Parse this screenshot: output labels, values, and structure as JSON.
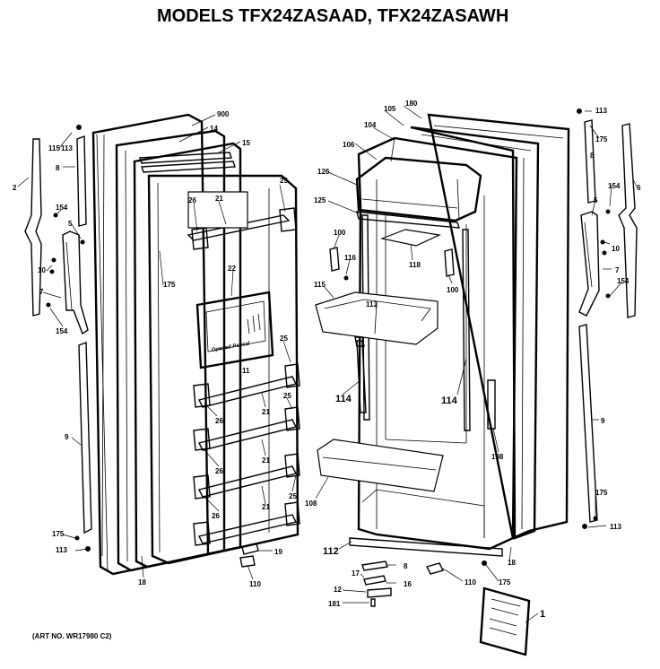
{
  "title": "MODELS TFX24ZASAAD, TFX24ZASAWH",
  "art_no": "(ART NO. WR17980 C2)",
  "labels": {
    "l900": "900",
    "l14": "14",
    "l15": "15",
    "l25a": "25",
    "l26a": "26",
    "l21a": "21",
    "l22": "22",
    "l175a": "175",
    "l25b": "25",
    "l11": "11",
    "l26b": "26",
    "l21b": "21",
    "l25c": "25",
    "l26c": "26",
    "l21c": "21",
    "l25d": "25",
    "l26d": "26",
    "l21d": "21",
    "l19": "19",
    "l18": "18",
    "l110a": "110",
    "l2": "2",
    "l115a": "115",
    "l113a": "113",
    "l8a": "8",
    "l154a": "154",
    "l5a": "5",
    "l10a": "10",
    "l7a": "7",
    "l154b": "154",
    "l9a": "9",
    "l175b": "175",
    "l113b": "113",
    "l180": "180",
    "l105": "105",
    "l104": "104",
    "l106": "106",
    "l126": "126",
    "l125": "125",
    "l100a": "100",
    "l116": "116",
    "l118": "118",
    "l100b": "100",
    "l115b": "115",
    "l113c": "113",
    "l114a": "114",
    "l114b": "114",
    "l108a": "108",
    "l108b": "108",
    "l112": "112",
    "l8b": "8",
    "l17": "17",
    "l16": "16",
    "l12": "12",
    "l181": "181",
    "l110b": "110",
    "l175c": "175",
    "l18b": "18",
    "l1": "1",
    "l113d": "113",
    "l175d": "175",
    "l8c": "8",
    "l6": "6",
    "l5b": "5",
    "l154c": "154",
    "l10b": "10",
    "l7b": "7",
    "l154d": "154",
    "l9b": "9",
    "l175e": "175",
    "l113e": "113"
  },
  "dispenser_text": "Opened Pansal"
}
